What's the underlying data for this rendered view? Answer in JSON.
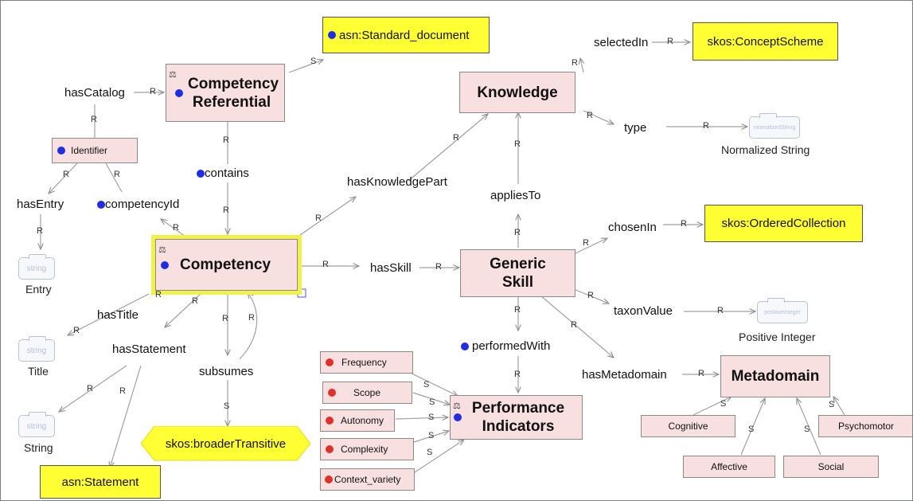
{
  "nodes": {
    "asn_standard_document": "asn:Standard_document",
    "skos_concept_scheme": "skos:ConceptScheme",
    "competency_referential": "Competency Referential",
    "knowledge": "Knowledge",
    "identifier": "Identifier",
    "competency": "Competency",
    "generic_skill": "Generic Skill",
    "skos_ordered_collection": "skos:OrderedCollection",
    "performance_indicators": "Performance Indicators",
    "metadomain": "Metadomain",
    "cognitive": "Cognitive",
    "psychomotor": "Psychomotor",
    "affective": "Affective",
    "social": "Social",
    "frequency": "Frequency",
    "scope": "Scope",
    "autonomy": "Autonomy",
    "complexity": "Complexity",
    "context_variety": "Context_variety",
    "skos_broader_transitive": "skos:broaderTransitive",
    "asn_statement": "asn:Statement"
  },
  "properties": {
    "has_catalog": "hasCatalog",
    "selected_in": "selectedIn",
    "type": "type",
    "contains": "contains",
    "has_knowledge_part": "hasKnowledgePart",
    "has_entry": "hasEntry",
    "competency_id": "competencyId",
    "applies_to": "appliesTo",
    "chosen_in": "chosenIn",
    "has_skill": "hasSkill",
    "taxon_value": "taxonValue",
    "has_title": "hasTitle",
    "has_statement": "hasStatement",
    "subsumes": "subsumes",
    "performed_with": "performedWith",
    "has_metadomain": "hasMetadomain"
  },
  "datatypes": {
    "normalized_string": {
      "caption": "Normalized String",
      "badge": "normalizedString"
    },
    "positive_integer": {
      "caption": "Positive Integer",
      "badge": "positiveInteger"
    },
    "entry": {
      "caption": "Entry",
      "badge": "string"
    },
    "title": {
      "caption": "Title",
      "badge": "string"
    },
    "string": {
      "caption": "String",
      "badge": "string"
    }
  },
  "edge_letters": {
    "r": "R",
    "s": "S"
  },
  "colors": {
    "class_fill": "#f9e0e0",
    "external_fill": "#ffff33",
    "selection_highlight": "#f2f04a",
    "blue_marker": "#1f2fe0",
    "red_marker": "#e0302a",
    "edge": "#9a9a9a"
  }
}
